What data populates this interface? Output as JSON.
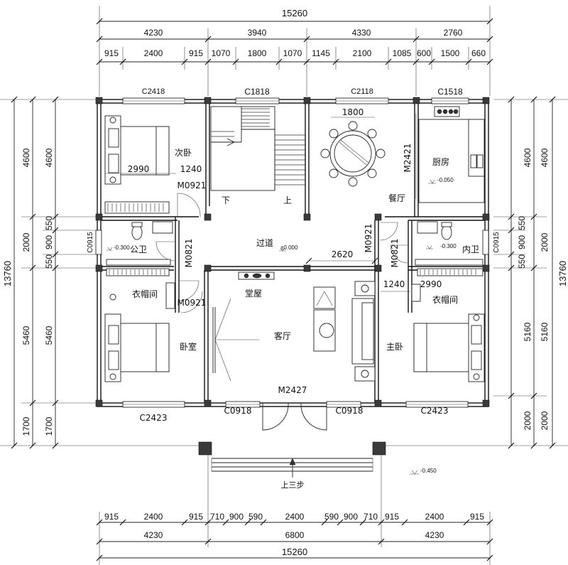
{
  "dimensions": {
    "top_total": "15260",
    "top_main": [
      "4230",
      "3940",
      "4330",
      "2760"
    ],
    "top_detail": [
      "915",
      "2400",
      "915",
      "1070",
      "1800",
      "1070",
      "1145",
      "2100",
      "1085",
      "600",
      "1500",
      "660"
    ],
    "bottom_detail": [
      "915",
      "2400",
      "915",
      "710",
      "900",
      "590",
      "2400",
      "590",
      "900",
      "710",
      "915",
      "2400",
      "915"
    ],
    "bottom_main": [
      "4230",
      "6800",
      "4230"
    ],
    "bottom_total": "15260",
    "left_total": "13760",
    "left_main": [
      "4600",
      "2000",
      "5460",
      "1700"
    ],
    "left_detail": [
      "4600",
      "550",
      "900",
      "550",
      "5460",
      "1700"
    ],
    "right_total": "13760",
    "right_main": [
      "4600",
      "2000",
      "5160",
      "2000"
    ],
    "right_detail": [
      "4600",
      "550",
      "900",
      "550",
      "5160",
      "2000"
    ]
  },
  "windows": {
    "c2418": "C2418",
    "c1818": "C1818",
    "c2118": "C2118",
    "c1518": "C1518",
    "c0915_left": "C0915",
    "c0915_right": "C0915",
    "c2423_left": "C2423",
    "c2423_right": "C2423",
    "c0918_left": "C0918",
    "c0918_right": "C0918"
  },
  "doors": {
    "m0921_a": "M0921",
    "m0821_a": "M0821",
    "m0921_b": "M0921",
    "m0921_c": "M0921",
    "m0821_b": "M0821",
    "m2421": "M2421",
    "m2427": "M2427"
  },
  "rooms": {
    "secondary_bedroom": "次卧",
    "kitchen": "厨房",
    "dining": "餐厅",
    "public_bath": "公卫",
    "corridor": "过道",
    "private_bath": "内卫",
    "hall": "堂屋",
    "cloakroom_left": "衣帽间",
    "cloakroom_right": "衣帽间",
    "living": "客厅",
    "bedroom": "卧室",
    "master_bedroom": "主卧"
  },
  "annotations": {
    "stair_down": "下",
    "stair_up": "上",
    "dim_2990_left": "2990",
    "dim_1240_left": "1240",
    "dim_1800_dining": "1800",
    "dim_2620": "2620",
    "dim_1240_right": "1240",
    "dim_2990_right": "2990",
    "elev_kitchen": "-0.050",
    "elev_public_bath": "-0.300",
    "elev_corridor": "±0.000",
    "elev_private_bath": "-0.300",
    "elev_outdoor": "-0.450",
    "steps": "上三步"
  }
}
